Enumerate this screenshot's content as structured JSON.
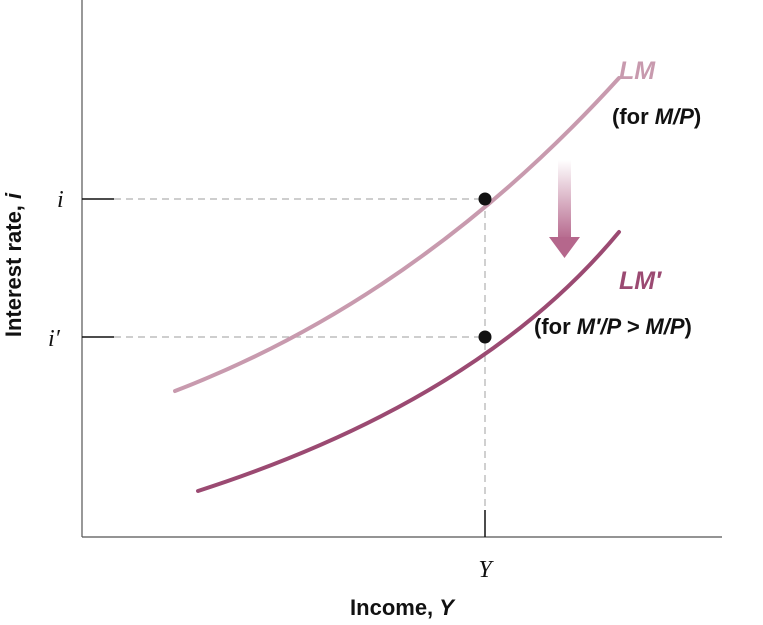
{
  "axes": {
    "x_label_text": "Income, ",
    "x_label_var": "Y",
    "y_label_text": "Interest rate, ",
    "y_label_var": "i",
    "x_tick_Y": "Y",
    "y_tick_i": "i",
    "y_tick_i_prime": "i′"
  },
  "curves": {
    "lm": {
      "label": "LM",
      "note_prefix": "(for ",
      "note_expr": "M/P",
      "note_suffix": ")",
      "color": "#c89aae"
    },
    "lm_prime": {
      "label": "LM′",
      "note_prefix": "(for ",
      "note_expr": "M′/P > M/P",
      "note_suffix": ")",
      "color": "#9b4a72"
    }
  },
  "shift_arrow": {
    "direction": "down",
    "color": "#b5678c"
  }
}
